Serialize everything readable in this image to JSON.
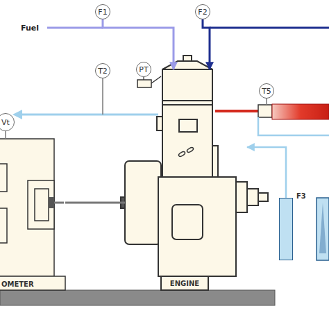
{
  "diagram": {
    "nodes": [
      {
        "text": [
          "F1"
        ]
      },
      {
        "text": [
          "F2"
        ]
      },
      {
        "text": [
          "PT"
        ]
      },
      {
        "text": [
          "T2"
        ]
      },
      {
        "text": [
          "T5"
        ]
      },
      {
        "text": [
          "Vt"
        ]
      },
      {
        "text": [
          "OMETER"
        ]
      },
      {
        "text": [
          "ENGINE"
        ]
      },
      {
        "text": [
          "F3"
        ]
      }
    ],
    "edges": [
      {
        "from": 0,
        "to": 7,
        "arrow": "to"
      },
      {
        "from": 1,
        "to": 7,
        "arrow": "to"
      },
      {
        "from": 5,
        "to": 6,
        "arrow": "none"
      },
      {
        "from": 6,
        "to": 7,
        "arrow": "none"
      },
      {
        "from": 8,
        "to": 7,
        "arrow": "to"
      }
    ],
    "labels": [
      "Fuel"
    ]
  }
}
